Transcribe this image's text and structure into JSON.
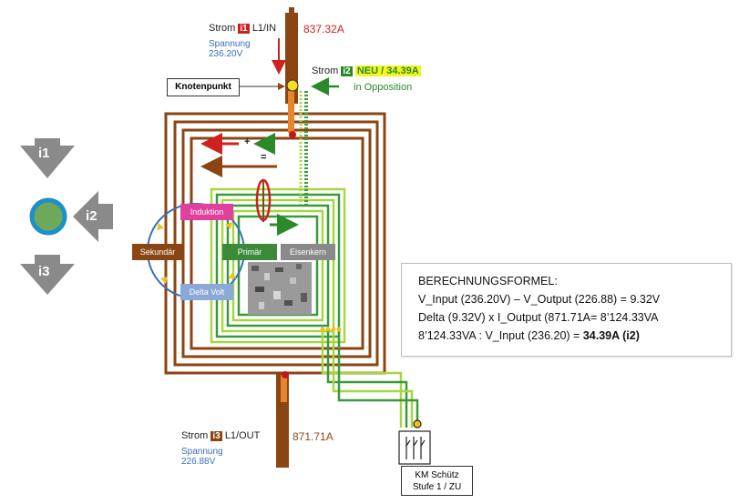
{
  "top": {
    "strom_label": "Strom",
    "index_badge": "i1",
    "line_label": "L1/IN",
    "current": "837.32A",
    "spannung_label": "Spannung",
    "voltage": "236.20V"
  },
  "middle": {
    "strom_label": "Strom",
    "index_badge": "i2",
    "highlight": "NEU / 34.39A",
    "opposition": "in Opposition",
    "knotenpunkt": "Knotenpunkt"
  },
  "bottom": {
    "strom_label": "Strom",
    "index_badge": "i3",
    "line_label": "L1/OUT",
    "current": "871.71A",
    "spannung_label": "Spannung",
    "voltage": "226.88V"
  },
  "blocks": {
    "induktion": "Induktion",
    "sekundar": "Sekundär",
    "primar": "Primär",
    "eisenkern": "Eisenkern",
    "delta_volt": "Delta Volt"
  },
  "symbols": {
    "plus": "+",
    "equals": "="
  },
  "legend": {
    "i1": "i1",
    "i2": "i2",
    "i3": "i3"
  },
  "contactor": {
    "line1": "KM Schütz",
    "line2": "Stufe 1 / ZU"
  },
  "formula": {
    "title": "BERECHNUNGSFORMEL:",
    "line1": "V_Input (236.20V) – V_Output (226.88) = 9.32V",
    "line2": "Delta (9.32V) x I_Output (871.71A= 8’124.33VA",
    "line3_prefix": "8’124.33VA : V_Input (236.20) = ",
    "line3_result": "34.39A (i2)"
  },
  "colors": {
    "brown": "#8b4513",
    "orange": "#e8842a",
    "green": "#2f8f2f",
    "lime": "#9ad12a",
    "gray_arrow": "#8a8a8a",
    "magenta": "#e040a0",
    "blue_block": "#8aa8d8"
  }
}
